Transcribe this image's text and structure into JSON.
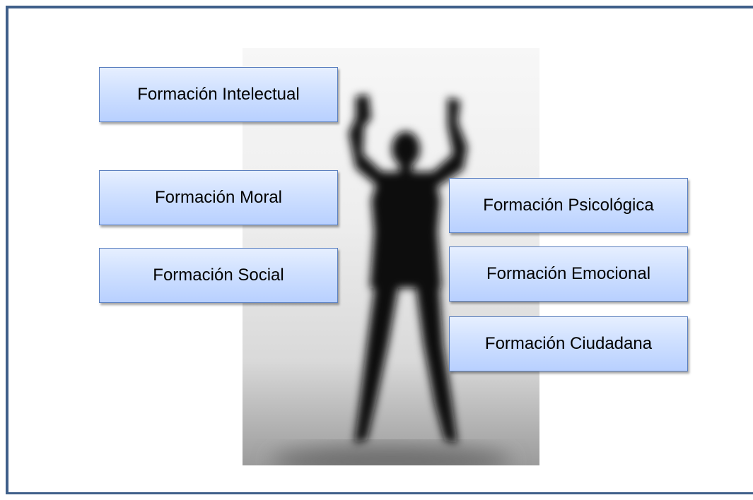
{
  "boxes": {
    "intelectual": "Formación Intelectual",
    "moral": "Formación Moral",
    "social": "Formación Social",
    "psicologica": "Formación Psicológica",
    "emocional": "Formación Emocional",
    "ciudadana": "Formación Ciudadana"
  },
  "colors": {
    "frame_border": "#3f5f8a",
    "box_fill_top": "#e6efff",
    "box_fill_bottom": "#b8d0ff",
    "box_border": "#5a7fbf"
  }
}
